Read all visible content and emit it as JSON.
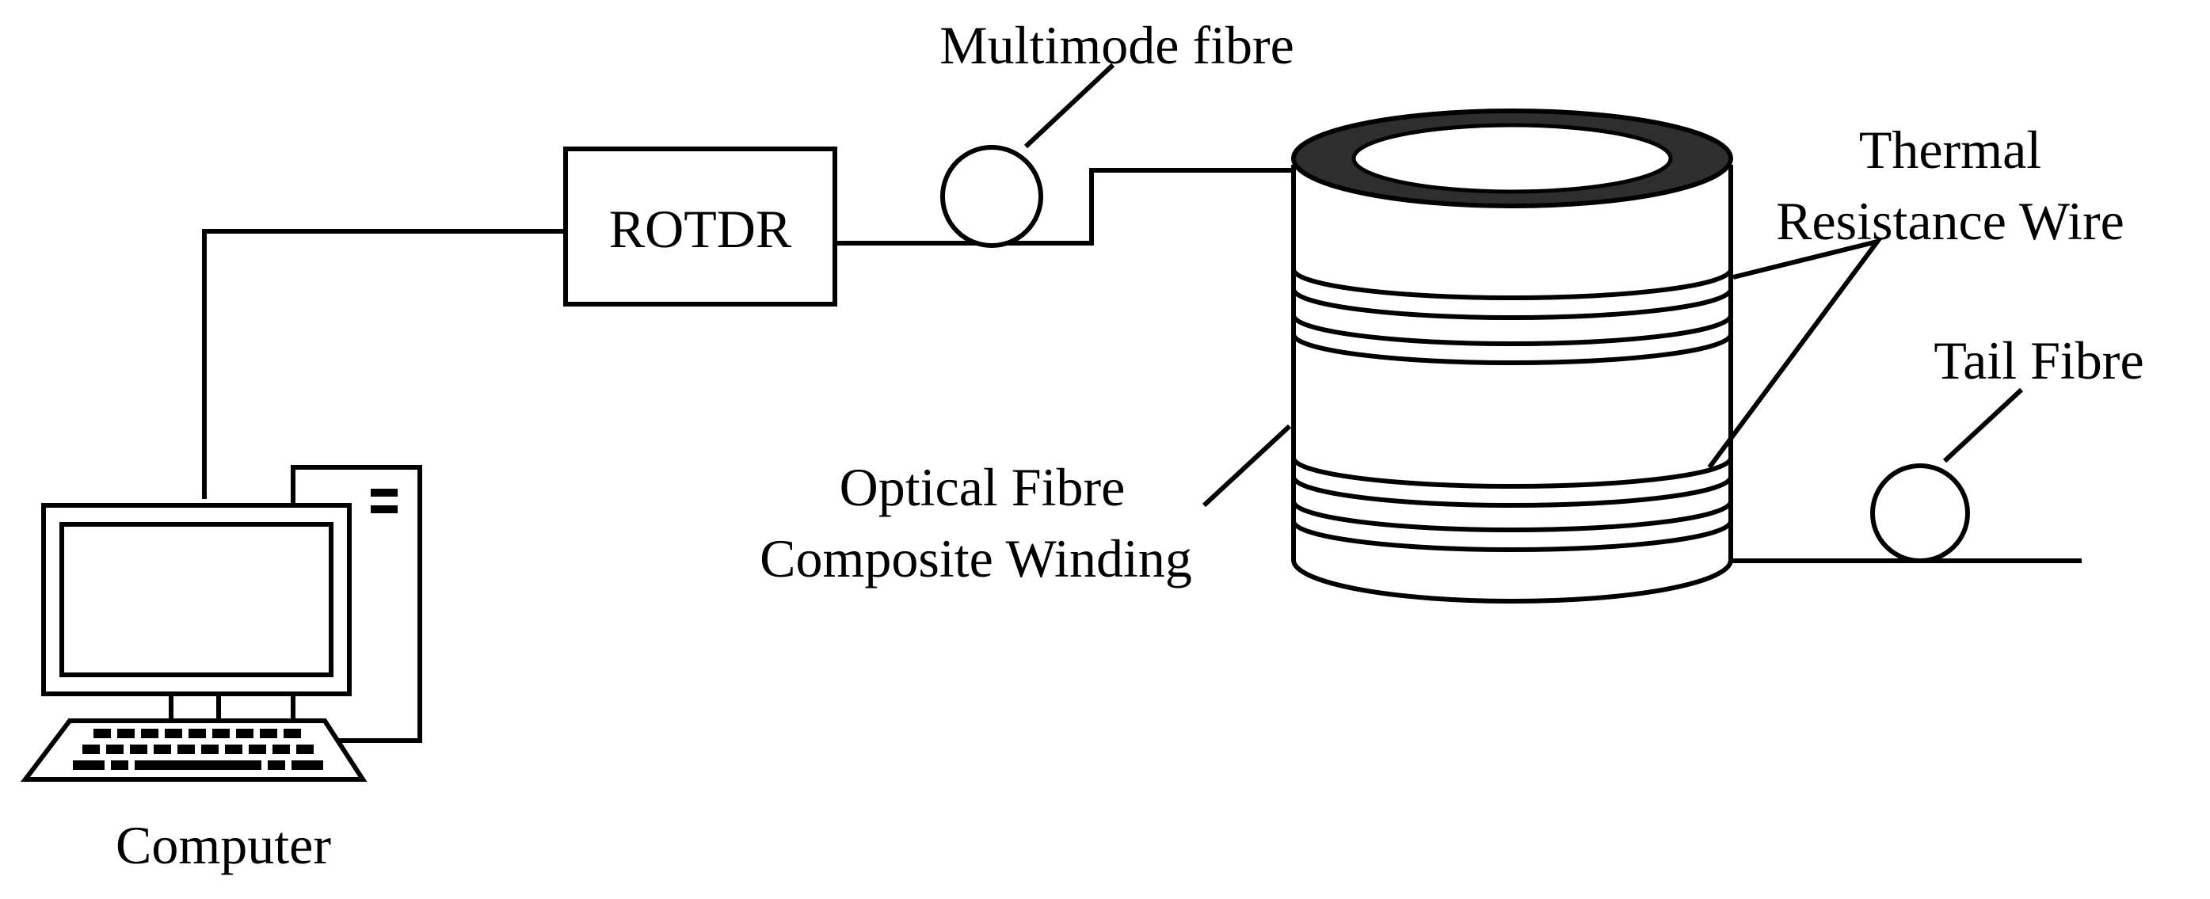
{
  "labels": {
    "multimode": "Multimode fibre",
    "rotdr": "ROTDR",
    "thermal_line1": "Thermal",
    "thermal_line2": "Resistance Wire",
    "tail": "Tail Fibre",
    "optical_line1": "Optical Fibre",
    "optical_line2": "Composite Winding",
    "computer": "Computer"
  },
  "icons": {
    "computer": "desktop-computer-icon",
    "fibre_spool": "fibre-coil-icon",
    "winding": "cylindrical-winding-icon"
  },
  "colors": {
    "stroke": "#000000",
    "background": "#ffffff",
    "winding_top": "#2e2e2e"
  }
}
